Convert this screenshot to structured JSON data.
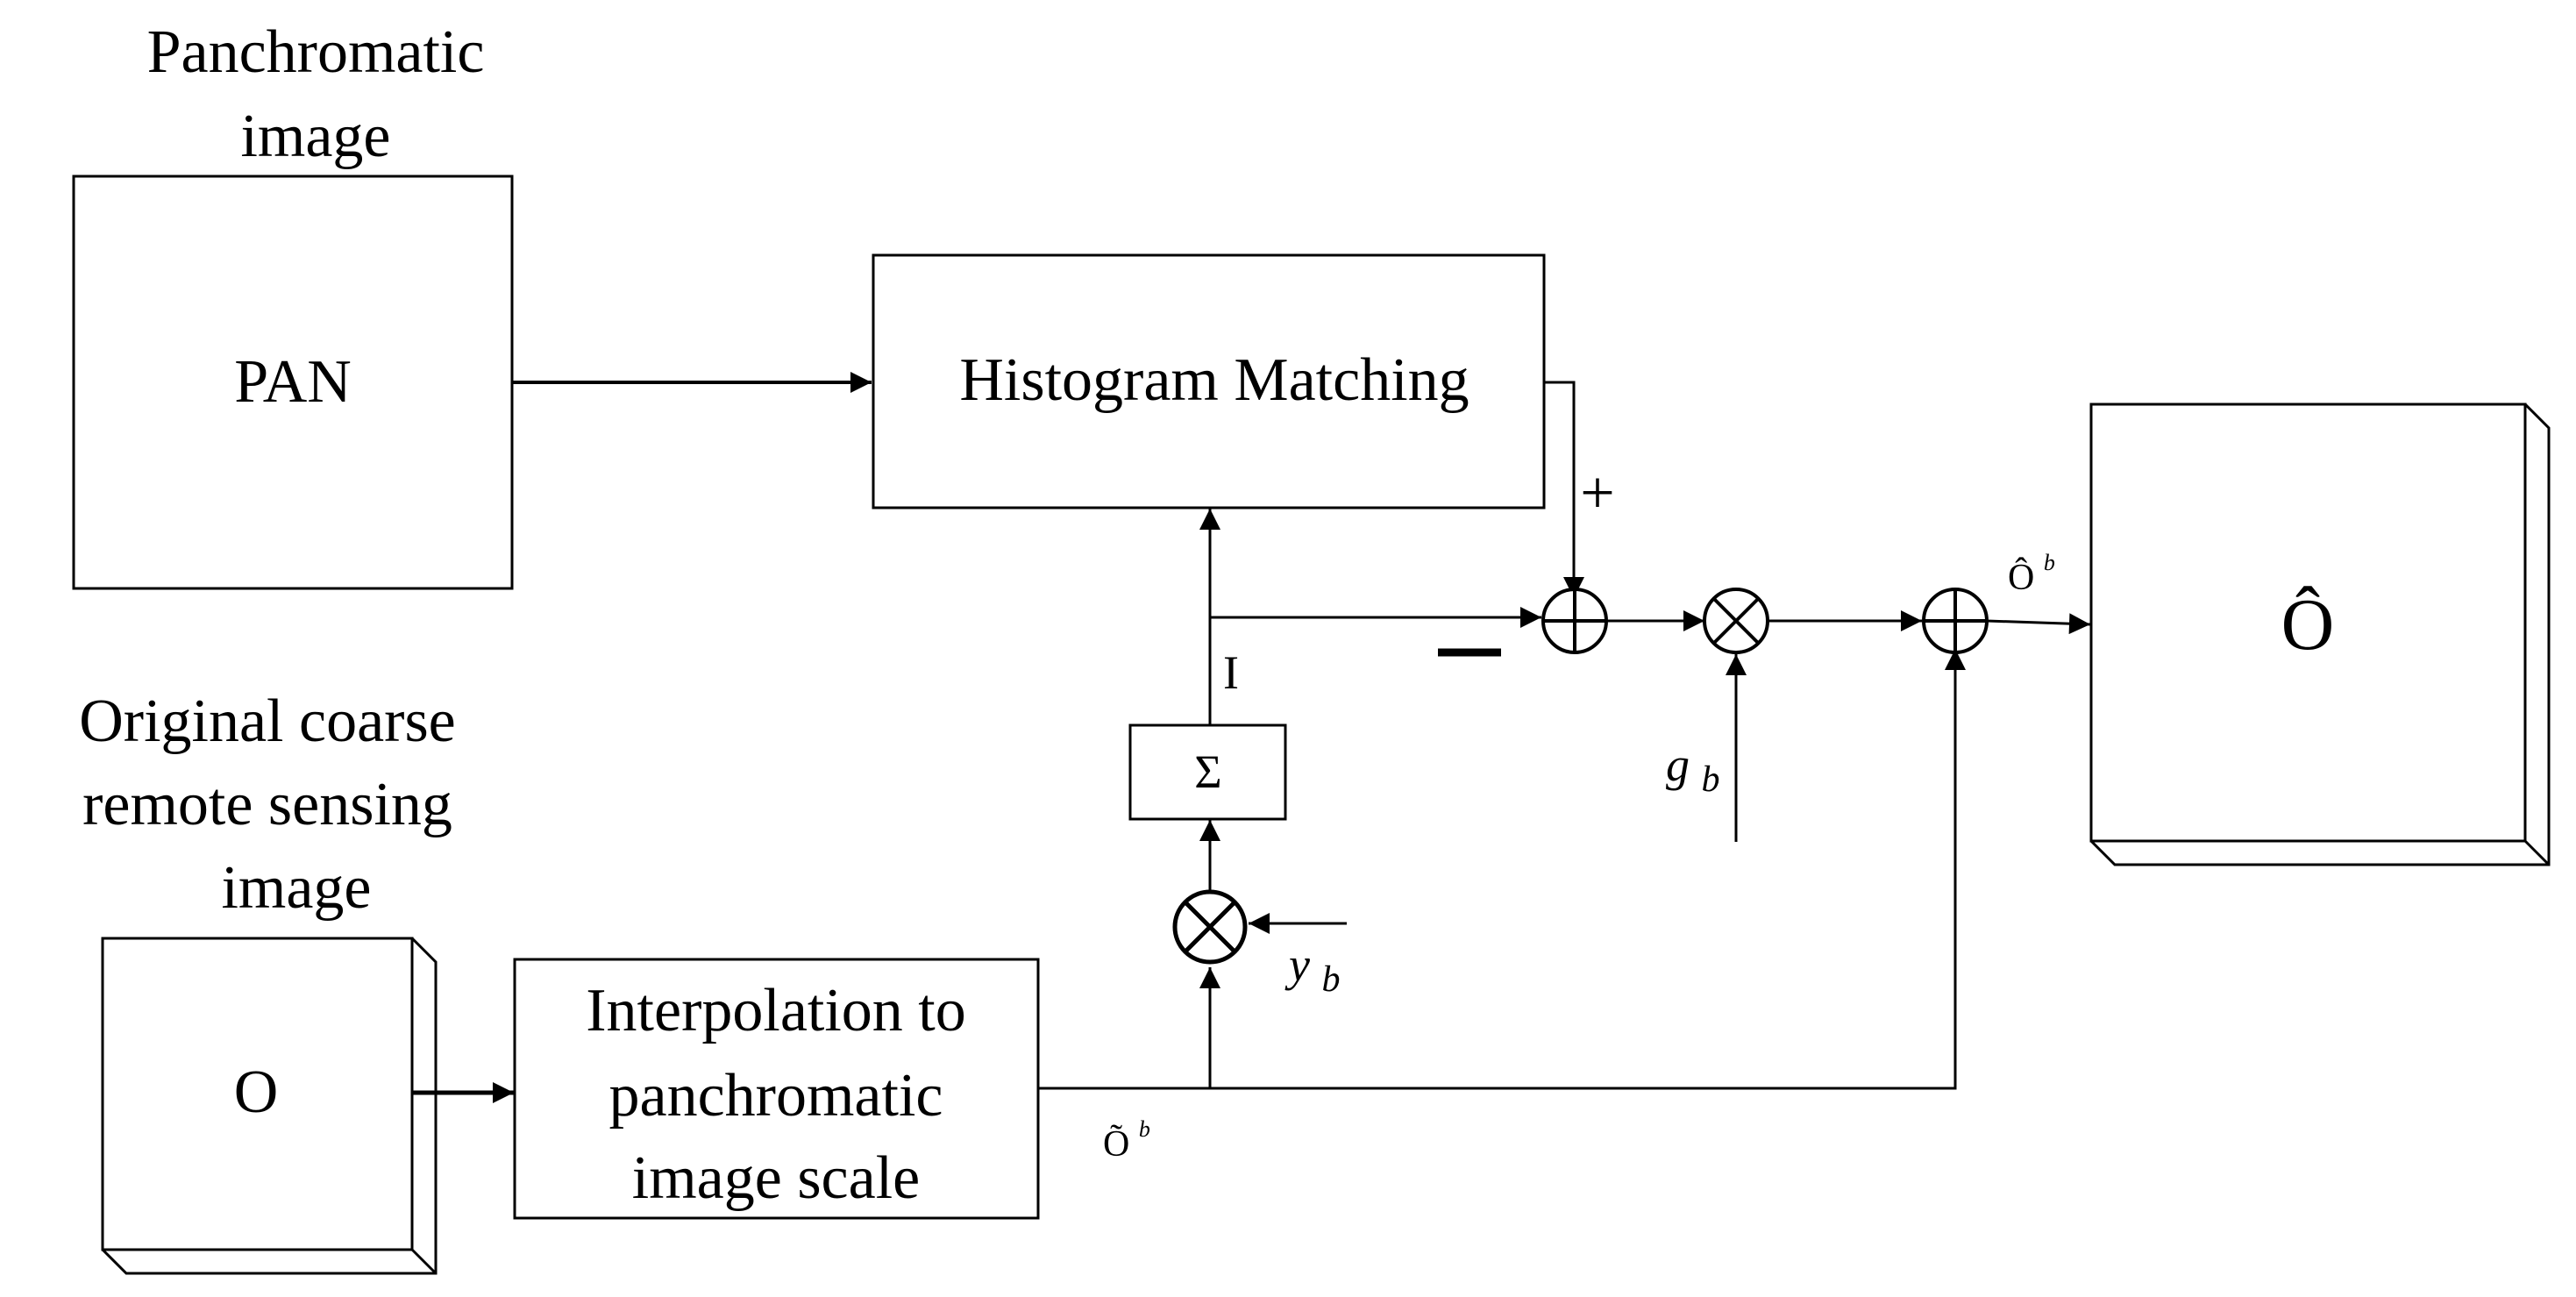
{
  "labels": {
    "pan_caption_line1": "Panchromatic",
    "pan_caption_line2": "image",
    "pan_box": "PAN",
    "hist_box": "Histogram Matching",
    "orig_caption_line1": "Original coarse",
    "orig_caption_line2": "remote sensing",
    "orig_caption_line3": "image",
    "orig_box": "O",
    "interp_line1": "Interpolation to",
    "interp_line2": "panchromatic",
    "interp_line3": "image scale",
    "sum_box": "Σ",
    "intensity_label": "I",
    "plus_sign": "+",
    "minus_sign": "−",
    "gb_symbol": "g",
    "gb_subscript": "b",
    "yb_symbol": "y",
    "yb_subscript": "b",
    "o_tilde_base": "Õ",
    "o_tilde_sup": "b",
    "o_hat_base": "Ô",
    "o_hat_sup": "b",
    "output_box": "Ô"
  },
  "colors": {
    "line": "#000000",
    "background": "#ffffff"
  }
}
